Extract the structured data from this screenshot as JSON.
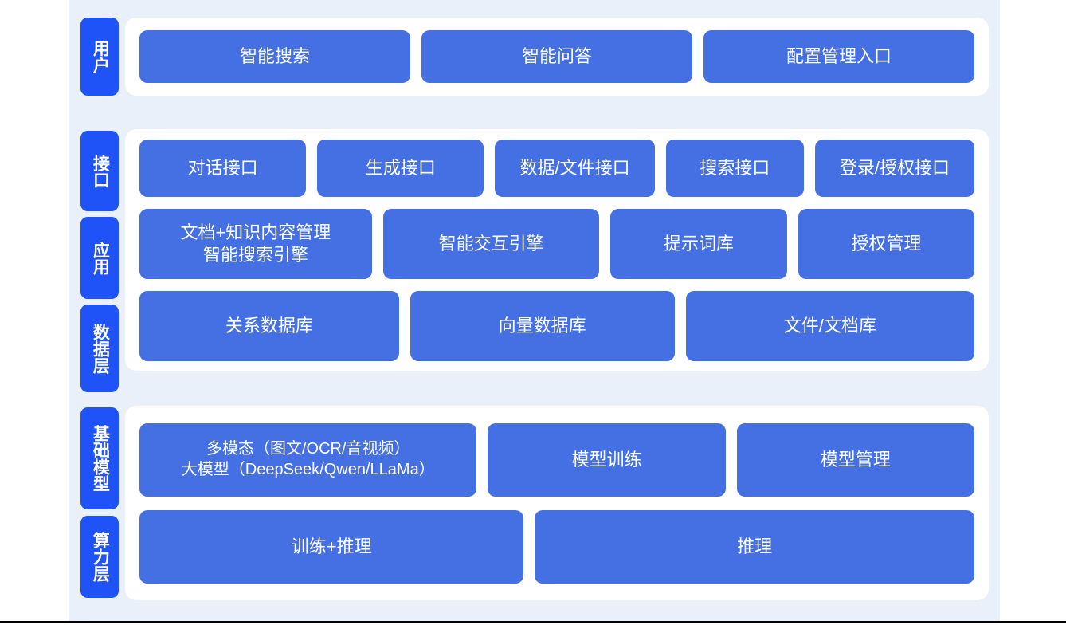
{
  "theme": {
    "band_bg": "#e9f0fa",
    "panel_bg": "#ffffff",
    "box_fill": "#4570e4",
    "label_fill": "#2053f7",
    "text_on_blue": "#ffffff"
  },
  "sections": [
    {
      "id": "user",
      "labels": [
        "用户"
      ],
      "rows": [
        {
          "boxes": [
            "智能搜索",
            "智能问答",
            "配置管理入口"
          ]
        }
      ]
    },
    {
      "id": "middle",
      "labels": [
        "接口",
        "应用",
        "数据层"
      ],
      "rows": [
        {
          "boxes": [
            "对话接口",
            "生成接口",
            "数据/文件接口",
            "搜索接口",
            "登录/授权接口"
          ]
        },
        {
          "boxes": [
            "文档+知识内容管理\n智能搜索引擎",
            "智能交互引擎",
            "提示词库",
            "授权管理"
          ]
        },
        {
          "boxes": [
            "关系数据库",
            "向量数据库",
            "文件/文档库"
          ]
        }
      ]
    },
    {
      "id": "foundation",
      "labels": [
        "基础模型",
        "算力层"
      ],
      "rows": [
        {
          "boxes": [
            "多模态（图文/OCR/音视频）\n大模型（DeepSeek/Qwen/LLaMa）",
            "模型训练",
            "模型管理"
          ]
        },
        {
          "boxes": [
            "训练+推理",
            "推理"
          ]
        }
      ]
    }
  ]
}
